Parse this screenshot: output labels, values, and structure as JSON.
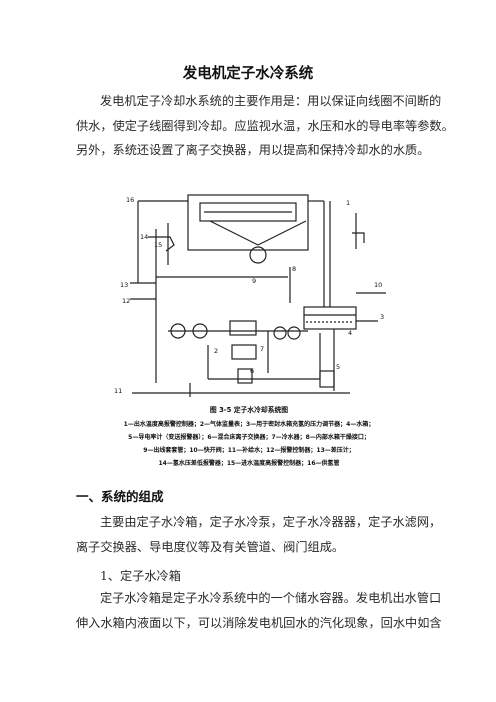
{
  "document": {
    "title": "发电机定子水冷系统",
    "intro": [
      "发电机定子冷却水系统的主要作用是：用以保证向线圈不间断的",
      "供水，使定子线圈得到冷却。应监视水温，水压和水的导电率等参数。",
      "另外，系统还设置了离子交换器，用以提高和保持冷却水的水质。"
    ],
    "figure": {
      "caption_title": "图 3-5    定子水冷却系统图",
      "legend_lines": [
        "1—出水温度高报警控制器；2—气体监量表；3—用于密封水箱充氢的压力调节器；4—水箱；",
        "5—导电率计（变送报警器）；6—混合床离子交换器；7—冷水器；8—内部水箱干燥接口；",
        "9—出线套套管；10—快开阀；11—补给水；12—报警控制器；13—差压计；",
        "14—氢水压差低报警器；15—进水温度高报警控制器；16—供氢管"
      ],
      "labels": [
        "16",
        "14",
        "15",
        "9",
        "13",
        "12",
        "8",
        "1",
        "10",
        "3",
        "4",
        "2",
        "7",
        "6",
        "5",
        "11"
      ]
    },
    "section1": {
      "heading": "一、系统的组成",
      "body": [
        "主要由定子水冷箱，定子水冷泵，定子水冷器器，定子水滤网，",
        "离子交换器、导电度仪等及有关管道、阀门组成。"
      ]
    },
    "subsection1": {
      "heading": "1、定子水冷箱",
      "body": [
        "定子水冷箱是定子水冷系统中的一个储水容器。发电机出水管口",
        "伸入水箱内液面以下，可以消除发电机回水的汽化现象，回水中如含"
      ]
    }
  }
}
